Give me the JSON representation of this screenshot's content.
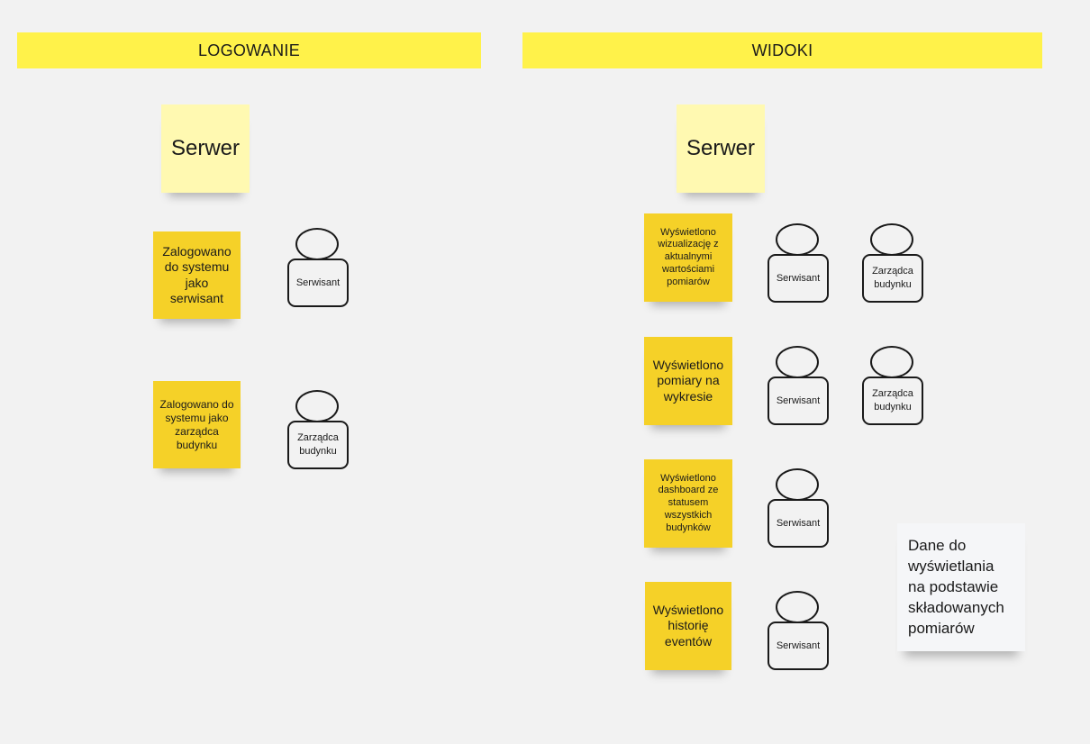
{
  "headers": {
    "logowanie": "LOGOWANIE",
    "widoki": "WIDOKI"
  },
  "colors": {
    "header_yellow": "#fff24a",
    "note_light_yellow": "#fff9b1",
    "note_gold": "#f5d128",
    "note_white": "#f5f6f8",
    "canvas": "#f2f2f2"
  },
  "logowanie": {
    "server_note": "Serwer",
    "events": [
      {
        "text": "Zalogowano do systemu jako serwisant",
        "actors": [
          "Serwisant"
        ]
      },
      {
        "text": "Zalogowano do systemu jako zarządca budynku",
        "actors": [
          "Zarządca budynku"
        ]
      }
    ]
  },
  "widoki": {
    "server_note": "Serwer",
    "events": [
      {
        "text": "Wyświetlono wizualizację z aktualnymi wartościami pomiarów",
        "actors": [
          "Serwisant",
          "Zarządca budynku"
        ]
      },
      {
        "text": "Wyświetlono pomiary na wykresie",
        "actors": [
          "Serwisant",
          "Zarządca budynku"
        ]
      },
      {
        "text": "Wyświetlono dashboard ze statusem wszystkich budynków",
        "actors": [
          "Serwisant"
        ]
      },
      {
        "text": "Wyświetlono historię eventów",
        "actors": [
          "Serwisant"
        ]
      }
    ],
    "comment_note": "Dane do wyświetlania na podstawie składowanych pomiarów"
  }
}
